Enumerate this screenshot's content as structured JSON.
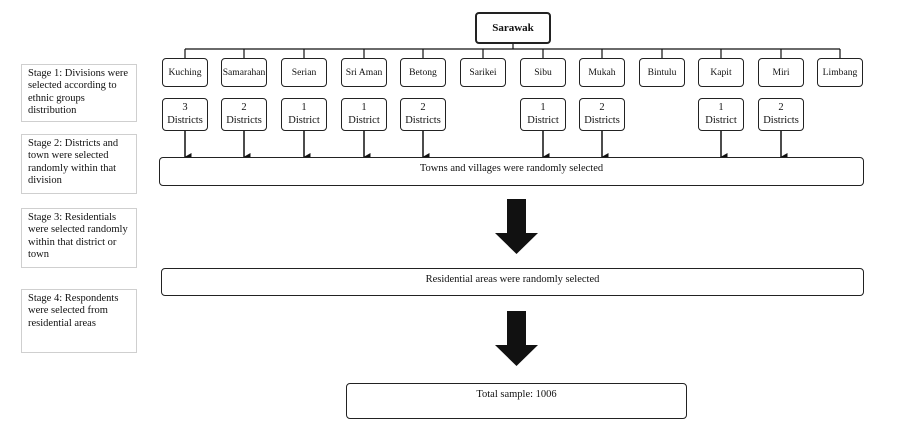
{
  "stages": [
    "Stage 1: Divisions were selected according to ethnic groups distribution",
    "Stage 2: Districts and town were selected randomly within that division",
    "Stage 3: Residentials were selected randomly within that district or town",
    "Stage 4: Respondents were selected from residential areas"
  ],
  "root": "Sarawak",
  "divisions": [
    "Kuching",
    "Samarahan",
    "Serian",
    "Sri Aman",
    "Betong",
    "Sarikei",
    "Sibu",
    "Mukah",
    "Bintulu",
    "Kapit",
    "Miri",
    "Limbang"
  ],
  "districts": {
    "Kuching": {
      "count": "3",
      "word": "Districts"
    },
    "Samarahan": {
      "count": "2",
      "word": "Districts"
    },
    "Serian": {
      "count": "1",
      "word": "District"
    },
    "Sri Aman": {
      "count": "1",
      "word": "District"
    },
    "Betong": {
      "count": "2",
      "word": "Districts"
    },
    "Sibu": {
      "count": "1",
      "word": "District"
    },
    "Mukah": {
      "count": "2",
      "word": "Districts"
    },
    "Kapit": {
      "count": "1",
      "word": "District"
    },
    "Miri": {
      "count": "2",
      "word": "Districts"
    }
  },
  "towns": "Towns and villages were randomly selected",
  "residential": "Residential areas were randomly selected",
  "total": "Total sample: 1006"
}
